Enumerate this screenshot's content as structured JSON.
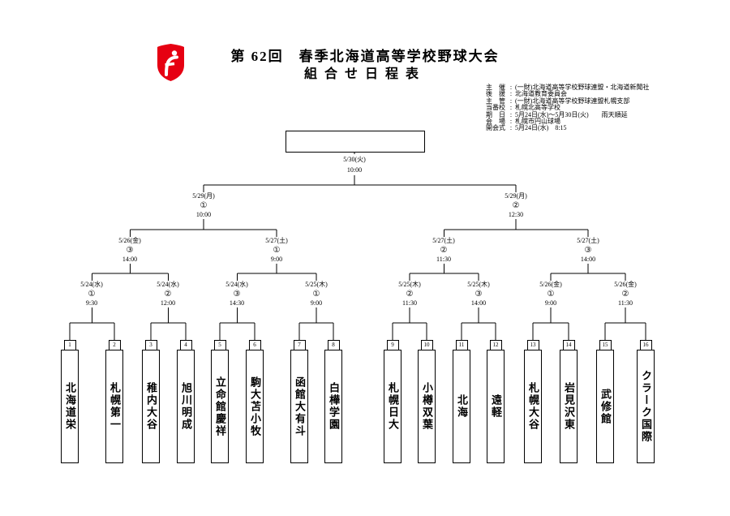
{
  "branding": {
    "logo_color": "#e60012"
  },
  "header": {
    "title_line1": "第 62回　春季北海道高等学校野球大会",
    "title_line2": "組合せ日程表",
    "colon": ":",
    "info": [
      {
        "label": "主　催",
        "value": "(一財)北海道高等学校野球連盟・北海道新聞社"
      },
      {
        "label": "後　援",
        "value": "北海道教育委員会"
      },
      {
        "label": "主　管",
        "value": "(一財)北海道高等学校野球連盟札幌支部"
      },
      {
        "label": "当番校",
        "value": "札幌北高等学校"
      },
      {
        "label": "期　日",
        "value": "5月24日(水)〜5月30日(火)　　雨天順延"
      },
      {
        "label": "会　場",
        "value": "札幌市円山球場"
      },
      {
        "label": "開会式",
        "value": "5月24日(水)　8:15"
      }
    ]
  },
  "teams": [
    {
      "seed": "1",
      "name": "北海道栄"
    },
    {
      "seed": "2",
      "name": "札幌第一"
    },
    {
      "seed": "3",
      "name": "稚内大谷"
    },
    {
      "seed": "4",
      "name": "旭川明成"
    },
    {
      "seed": "5",
      "name": "立命館慶祥"
    },
    {
      "seed": "6",
      "name": "駒大苫小牧"
    },
    {
      "seed": "7",
      "name": "函館大有斗"
    },
    {
      "seed": "8",
      "name": "白樺学園"
    },
    {
      "seed": "9",
      "name": "札幌日大"
    },
    {
      "seed": "10",
      "name": "小樽双葉"
    },
    {
      "seed": "11",
      "name": "北海"
    },
    {
      "seed": "12",
      "name": "遠軽"
    },
    {
      "seed": "13",
      "name": "札幌大谷"
    },
    {
      "seed": "14",
      "name": "岩見沢東"
    },
    {
      "seed": "15",
      "name": "武修館"
    },
    {
      "seed": "16",
      "name": "クラーク国際"
    }
  ],
  "games": {
    "final": {
      "date": "5/30(火)",
      "time": "10:00"
    },
    "semifinals": [
      {
        "date": "5/29(月)",
        "num": "①",
        "time": "10:00"
      },
      {
        "date": "5/29(月)",
        "num": "②",
        "time": "12:30"
      }
    ],
    "quarterfinals": [
      {
        "date": "5/26(金)",
        "num": "③",
        "time": "14:00"
      },
      {
        "date": "5/27(土)",
        "num": "①",
        "time": "9:00"
      },
      {
        "date": "5/27(土)",
        "num": "②",
        "time": "11:30"
      },
      {
        "date": "5/27(土)",
        "num": "③",
        "time": "14:00"
      }
    ],
    "round1": [
      {
        "date": "5/24(水)",
        "num": "①",
        "time": "9:30"
      },
      {
        "date": "5/24(水)",
        "num": "②",
        "time": "12:00"
      },
      {
        "date": "5/24(水)",
        "num": "③",
        "time": "14:30"
      },
      {
        "date": "5/25(木)",
        "num": "①",
        "time": "9:00"
      },
      {
        "date": "5/25(木)",
        "num": "②",
        "time": "11:30"
      },
      {
        "date": "5/25(木)",
        "num": "③",
        "time": "14:00"
      },
      {
        "date": "5/26(金)",
        "num": "①",
        "time": "9:00"
      },
      {
        "date": "5/26(金)",
        "num": "②",
        "time": "11:30"
      }
    ]
  }
}
